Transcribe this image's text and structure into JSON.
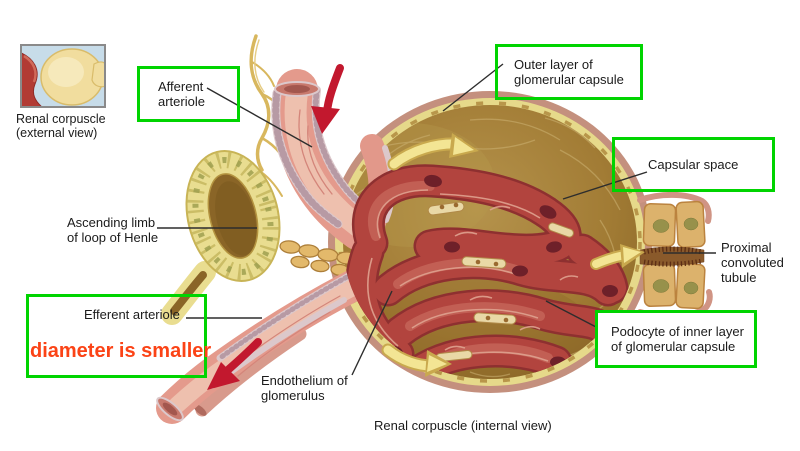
{
  "caption": "Renal corpuscle (internal view)",
  "inset": {
    "caption_lines": [
      "Renal corpuscle",
      "(external view)"
    ]
  },
  "labels": {
    "afferent_arteriole": {
      "lines": [
        "Afferent",
        "arteriole"
      ],
      "highlighted": true
    },
    "outer_layer": {
      "lines": [
        "Outer layer of",
        "glomerular capsule"
      ],
      "highlighted": true
    },
    "capsular_space": {
      "lines": [
        "Capsular space"
      ],
      "highlighted": true
    },
    "ascending_limb": {
      "lines": [
        "Ascending limb",
        "of loop of Henle"
      ],
      "highlighted": false
    },
    "efferent_arteriole": {
      "lines": [
        "Efferent arteriole"
      ],
      "highlighted": true
    },
    "annotation_note": {
      "text": "diameter is smaller"
    },
    "endothelium": {
      "lines": [
        "Endothelium of",
        "glomerulus"
      ],
      "highlighted": false
    },
    "podocyte": {
      "lines": [
        "Podocyte of inner layer",
        "of glomerular capsule"
      ],
      "highlighted": true
    },
    "proximal_tubule": {
      "lines": [
        "Proximal",
        "convoluted",
        "tubule"
      ],
      "highlighted": false
    }
  },
  "colors": {
    "highlight_box_green": "#00d400",
    "note_red": "#fb4316",
    "blood_flow_arrow_red": "#c2182e",
    "filtrate_arrow_yellow": "#f3e594",
    "capsule_interior_brown": "#9a7430",
    "capsule_yellow_layer": "#e6d98a",
    "glomerulus_red": "#b2443e"
  }
}
